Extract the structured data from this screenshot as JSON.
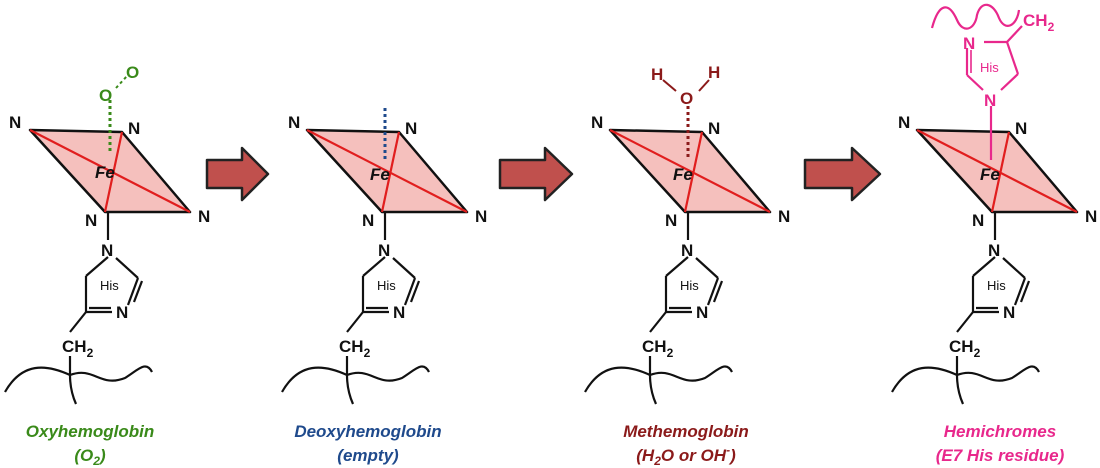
{
  "colors": {
    "oxy": "#3a8a1a",
    "deoxy": "#1f4a8c",
    "met": "#8b1a1a",
    "hemi": "#e8288c",
    "plane_fill": "#f5c0bd",
    "plane_line": "#e11e1e",
    "arrow": "#c0504d"
  },
  "atoms": {
    "nitrogen": "N",
    "iron": "Fe",
    "histidine": "His",
    "oxygen": "O",
    "hydrogen": "H"
  },
  "substituent": {
    "ch": "CH",
    "sub": "2"
  },
  "panels": [
    {
      "name": "Oxyhemoglobin",
      "line2": "(O",
      "line2_sub": "2",
      "line2_sup": "",
      "line2_end": ")",
      "ligand": "O2",
      "color_key": "oxy"
    },
    {
      "name": "Deoxyhemoglobin",
      "line2": "(empty)",
      "line2_sub": "",
      "line2_sup": "",
      "line2_end": "",
      "ligand": "none",
      "color_key": "deoxy"
    },
    {
      "name": "Methemoglobin",
      "line2": "(H",
      "line2_sub": "2",
      "line2_mid": "O or OH",
      "line2_sup": "-",
      "line2_end": ")",
      "ligand": "H2O",
      "color_key": "met"
    },
    {
      "name": "Hemichromes",
      "line2": "(E7 His residue)",
      "line2_sub": "",
      "line2_sup": "",
      "line2_end": "",
      "ligand": "His",
      "color_key": "hemi"
    }
  ]
}
